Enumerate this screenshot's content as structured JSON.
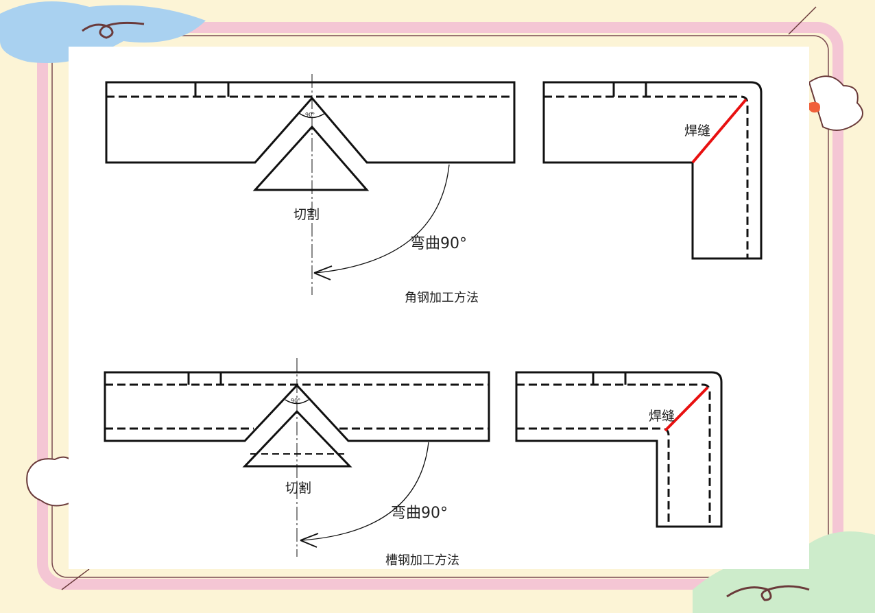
{
  "top_diagram": {
    "angle_label": "90°",
    "cut_label": "切割",
    "bend_label": "弯曲90°",
    "weld_label": "焊缝",
    "caption": "角钢加工方法"
  },
  "bottom_diagram": {
    "angle_label": "90°",
    "cut_label": "切割",
    "bend_label": "弯曲90°",
    "weld_label": "焊缝",
    "caption": "槽钢加工方法"
  },
  "colors": {
    "background": "#fcf4d6",
    "frame": "#f4c6d4",
    "weld": "#e81010",
    "line": "#111111"
  }
}
